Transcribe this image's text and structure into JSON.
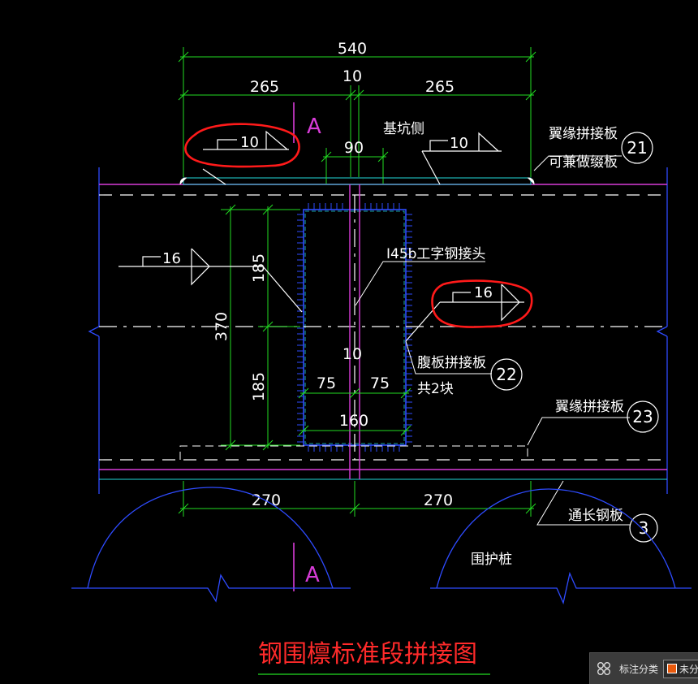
{
  "drawing": {
    "title": "钢围檩标准段拼接图",
    "colors": {
      "background": "#000000",
      "dimension": "#22dd22",
      "outline": "#2e4bff",
      "centerline": "#ffffff",
      "magenta": "#d83cd8",
      "cyan": "#22d8d8",
      "title": "#ff2a2a",
      "highlight": "#ff1a1a"
    },
    "dimensions": {
      "overall": "540",
      "left_half": "265",
      "gap": "10",
      "right_half": "265",
      "flange_gap": "90",
      "total_height": "370",
      "upper_height": "185",
      "lower_height": "185",
      "web_gap": "10",
      "web_left": "75",
      "web_right": "75",
      "web_width": "160",
      "bottom_left": "270",
      "bottom_right": "270"
    },
    "section_marks": {
      "top": "A",
      "bottom": "A"
    },
    "weld_symbols": {
      "top_left": "10",
      "top_right": "10",
      "left_web": "16",
      "right_web": "16"
    },
    "labels": {
      "pit_side": "基坑侧",
      "flange_splice_line1": "翼缘拼接板",
      "flange_splice_line2": "可兼做缀板",
      "i_beam_joint": "I45b工字钢接头",
      "web_splice_line1": "腹板拼接板",
      "web_splice_line2": "共2块",
      "flange_splice_bottom": "翼缘拼接板",
      "through_plate": "通长钢板",
      "retaining_pile": "围护桩"
    },
    "callouts": {
      "c21": "21",
      "c22": "22",
      "c23": "23",
      "c3": "3"
    }
  },
  "status_bar": {
    "label": "标注分类",
    "chip_text": "未分",
    "icon": "grid-icon"
  }
}
